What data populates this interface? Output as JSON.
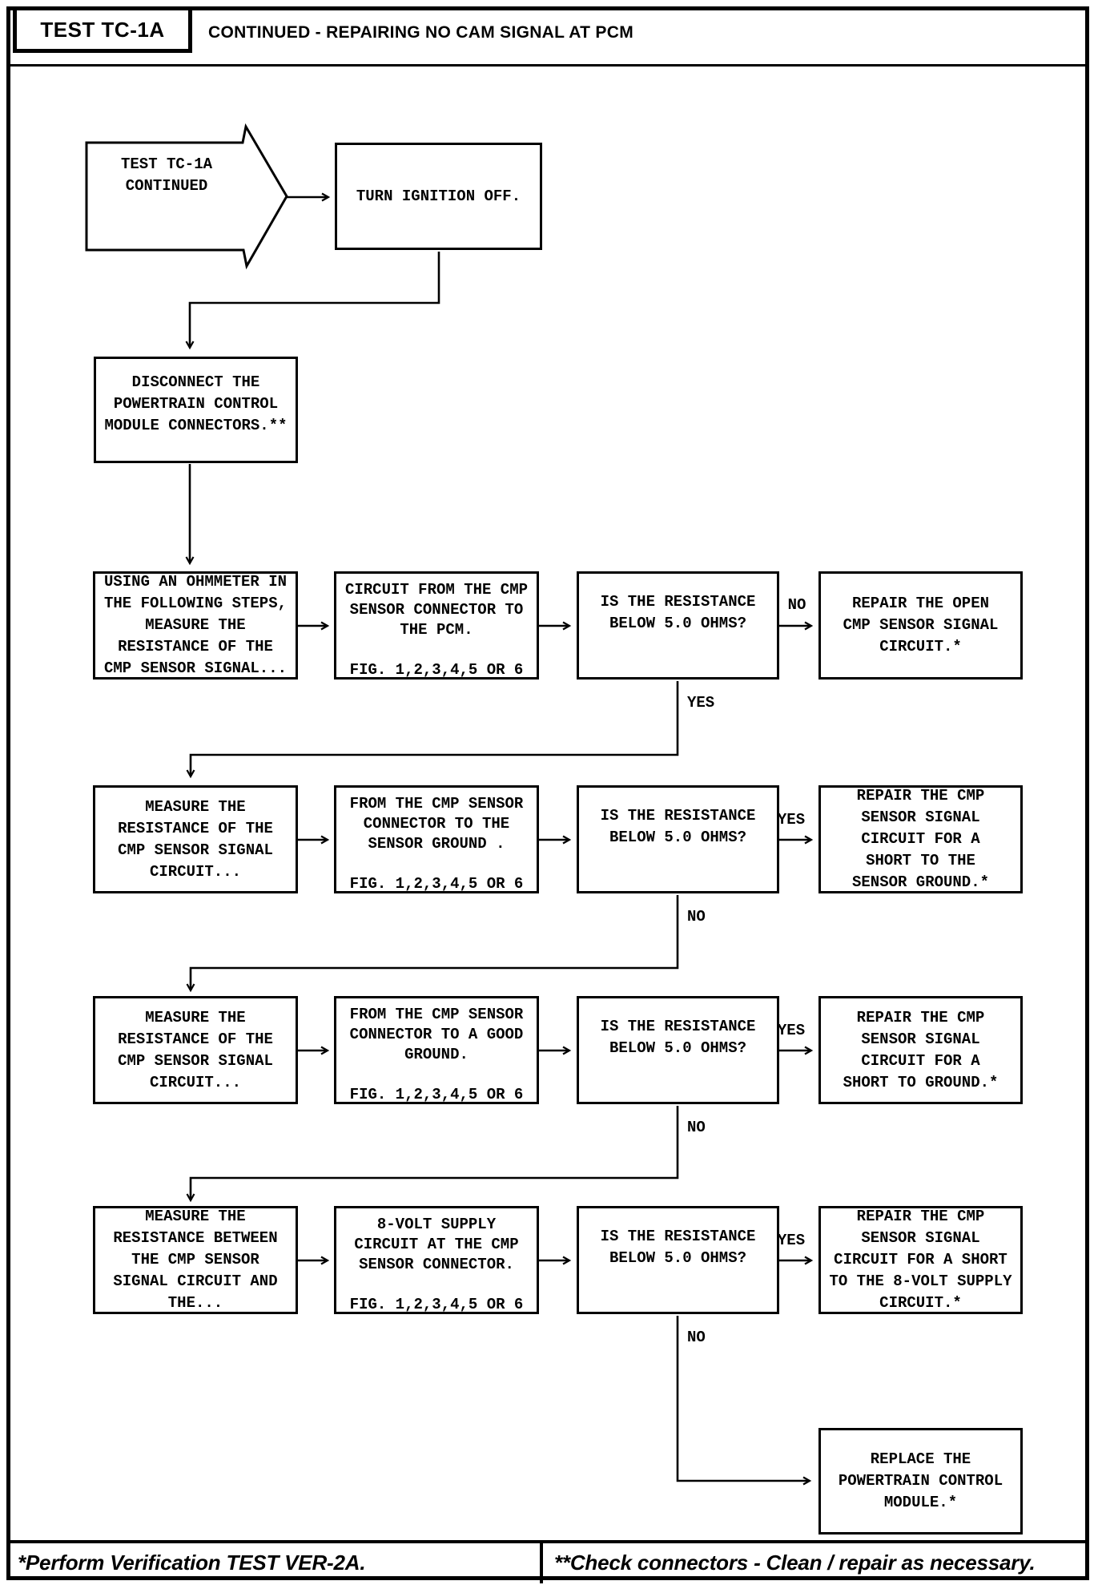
{
  "header": {
    "label": "TEST TC-1A",
    "title": "CONTINUED - REPAIRING NO CAM SIGNAL AT PCM"
  },
  "flow": {
    "start": "TEST TC-1A\nCONTINUED",
    "nodes": {
      "turn_ignition": "TURN IGNITION OFF.",
      "disconnect": "DISCONNECT THE\nPOWERTRAIN CONTROL\nMODULE CONNECTORS.**",
      "r1a": "USING AN OHMMETER IN\nTHE FOLLOWING STEPS,\nMEASURE THE\nRESISTANCE OF THE\nCMP SENSOR SIGNAL...",
      "r1b": "CIRCUIT FROM THE CMP\nSENSOR CONNECTOR TO\nTHE PCM.\n\nFIG. 1,2,3,4,5 OR 6",
      "r1c": "IS THE RESISTANCE\nBELOW 5.0 OHMS?",
      "r1d": "REPAIR THE OPEN\nCMP SENSOR SIGNAL\nCIRCUIT.*",
      "r2a": "MEASURE THE\nRESISTANCE OF THE\nCMP SENSOR SIGNAL\nCIRCUIT...",
      "r2b": "FROM THE CMP SENSOR\nCONNECTOR TO THE\nSENSOR GROUND .\n\nFIG. 1,2,3,4,5 OR 6",
      "r2c": "IS THE RESISTANCE\nBELOW 5.0 OHMS?",
      "r2d": "REPAIR THE CMP\nSENSOR SIGNAL\nCIRCUIT FOR A\nSHORT TO THE\nSENSOR GROUND.*",
      "r3a": "MEASURE THE\nRESISTANCE OF THE\nCMP SENSOR SIGNAL\nCIRCUIT...",
      "r3b": "FROM THE CMP SENSOR\nCONNECTOR TO A GOOD\nGROUND.\n\nFIG. 1,2,3,4,5 OR 6",
      "r3c": "IS THE RESISTANCE\nBELOW 5.0 OHMS?",
      "r3d": "REPAIR THE CMP\nSENSOR SIGNAL\nCIRCUIT FOR A\nSHORT TO GROUND.*",
      "r4a": "MEASURE THE\nRESISTANCE BETWEEN\nTHE CMP SENSOR\nSIGNAL CIRCUIT AND\nTHE...",
      "r4b": "8-VOLT SUPPLY\nCIRCUIT AT THE CMP\nSENSOR CONNECTOR.\n\nFIG. 1,2,3,4,5 OR 6",
      "r4c": "IS THE RESISTANCE\nBELOW 5.0 OHMS?",
      "r4d": "REPAIR THE CMP\nSENSOR SIGNAL\nCIRCUIT FOR A SHORT\nTO THE 8-VOLT SUPPLY\nCIRCUIT.*",
      "replace": "REPLACE THE\nPOWERTRAIN CONTROL\nMODULE.*"
    },
    "labels": {
      "yes": "YES",
      "no": "NO"
    }
  },
  "footer": {
    "left": "*Perform Verification TEST VER-2A.",
    "right": "**Check connectors - Clean / repair as necessary."
  },
  "colors": {
    "ink": "#000000",
    "paper": "#ffffff"
  }
}
